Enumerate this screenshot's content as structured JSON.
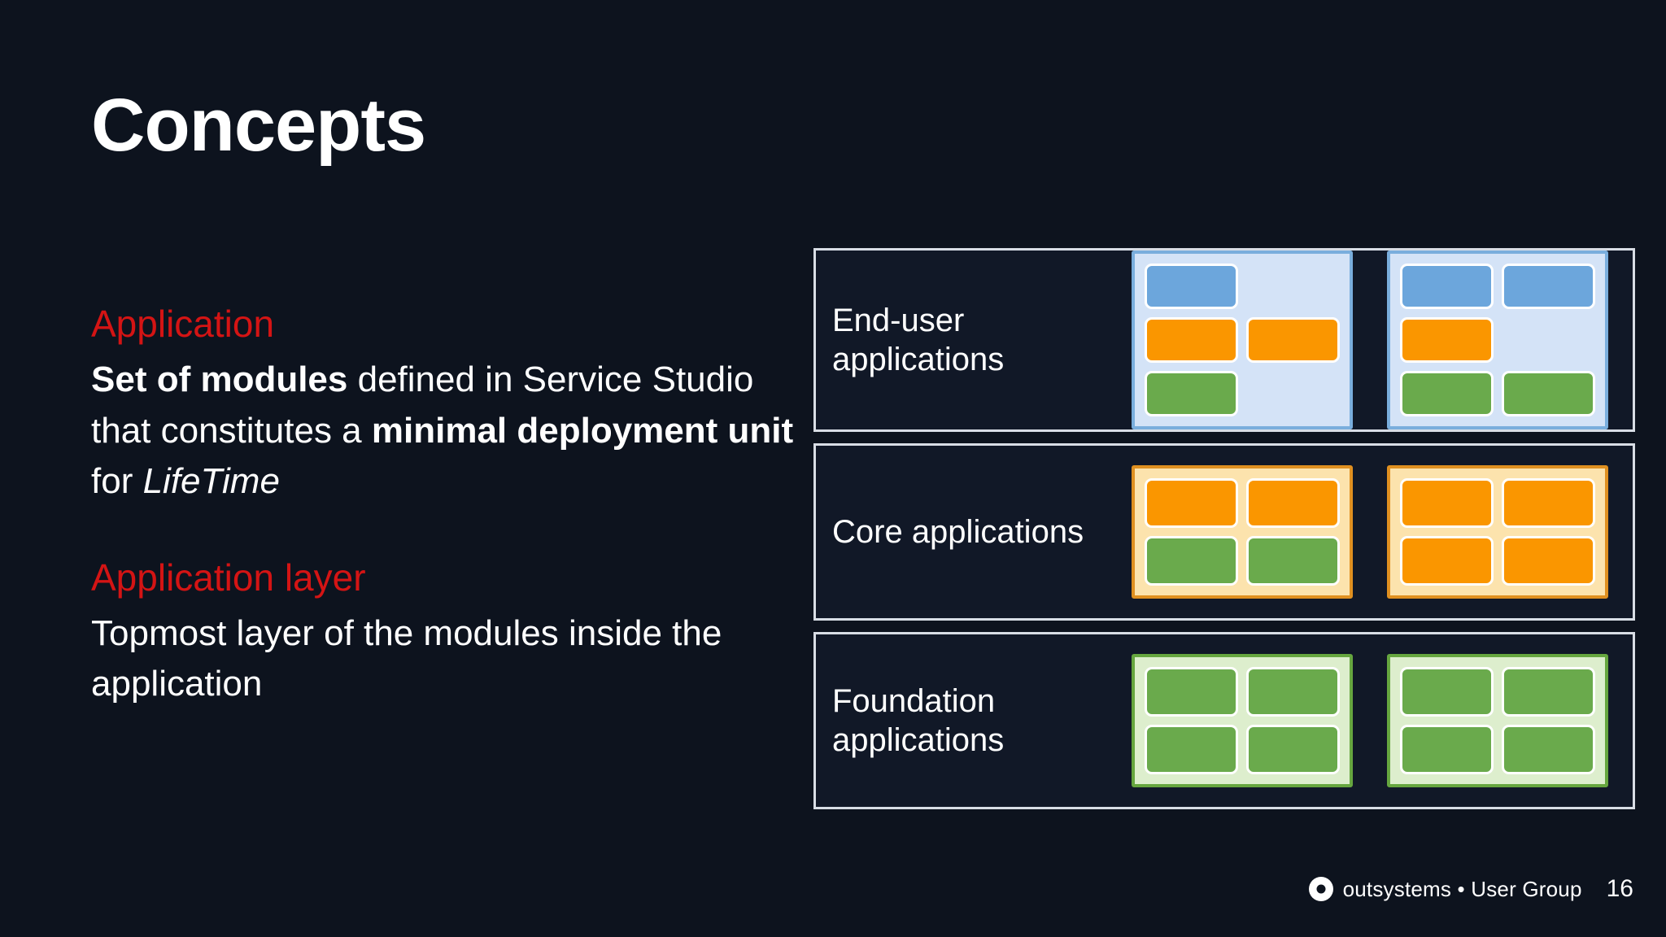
{
  "slide": {
    "title": "Concepts",
    "page_number": "16",
    "background_color": "#0d131e"
  },
  "concepts": [
    {
      "heading": "Application",
      "heading_color": "#d41414",
      "body_parts": [
        {
          "text": "Set of modules",
          "style": "bold"
        },
        {
          "text": " defined in Service Studio that constitutes a ",
          "style": "normal"
        },
        {
          "text": "minimal deployment unit",
          "style": "bold"
        },
        {
          "text": " for ",
          "style": "normal"
        },
        {
          "text": "LifeTime",
          "style": "italic"
        }
      ]
    },
    {
      "heading": "Application layer",
      "heading_color": "#d41414",
      "body_parts": [
        {
          "text": "Topmost layer of the modules inside the application",
          "style": "normal"
        }
      ]
    }
  ],
  "diagram": {
    "layers": [
      {
        "label": "End-user applications",
        "card_type": "enduser",
        "card_bg": "#d4e3f7",
        "card_border": "#7aaedd",
        "cards": [
          {
            "modules": [
              "blue",
              "empty",
              "orange",
              "orange",
              "green",
              "empty"
            ]
          },
          {
            "modules": [
              "blue",
              "blue",
              "orange",
              "empty",
              "green",
              "green"
            ]
          }
        ]
      },
      {
        "label": "Core applications",
        "card_type": "core",
        "card_bg": "#fce3ad",
        "card_border": "#e09020",
        "cards": [
          {
            "modules": [
              "orange",
              "orange",
              "green",
              "green"
            ]
          },
          {
            "modules": [
              "orange",
              "orange",
              "orange",
              "orange"
            ]
          }
        ]
      },
      {
        "label": "Foundation applications",
        "card_type": "foundation",
        "card_bg": "#ddeecd",
        "card_border": "#66a63f",
        "cards": [
          {
            "modules": [
              "green",
              "green",
              "green",
              "green"
            ]
          },
          {
            "modules": [
              "green",
              "green",
              "green",
              "green"
            ]
          }
        ]
      }
    ],
    "module_colors": {
      "blue": "#6ca6dc",
      "orange": "#fa9600",
      "green": "#6aaa4c"
    }
  },
  "footer": {
    "logo_icon": "outsystems-circle-logo",
    "brand": "outsystems • User Group"
  }
}
